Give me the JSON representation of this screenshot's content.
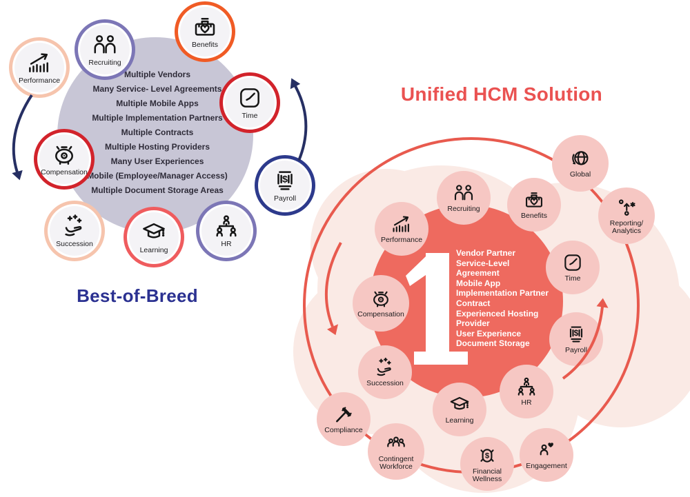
{
  "left": {
    "title": "Best-of-Breed",
    "list": [
      "Multiple Vendors",
      "Many Service- Level Agreements",
      "Multiple Mobile Apps",
      "Multiple Implementation Partners",
      "Multiple Contracts",
      "Multiple Hosting Providers",
      "Many User Experiences",
      "Mobile (Employee/Manager Access)",
      "Multiple Document Storage Areas"
    ],
    "satellites": [
      {
        "label": "Performance",
        "icon": "performance-icon",
        "ring_color": "#f6c4ad"
      },
      {
        "label": "Recruiting",
        "icon": "recruiting-icon",
        "ring_color": "#7c76b6"
      },
      {
        "label": "Benefits",
        "icon": "benefits-icon",
        "ring_color": "#f05b25"
      },
      {
        "label": "Time",
        "icon": "time-icon",
        "ring_color": "#d2232b"
      },
      {
        "label": "Compensation",
        "icon": "compensation-icon",
        "ring_color": "#d2232b"
      },
      {
        "label": "Payroll",
        "icon": "payroll-icon",
        "ring_color": "#2d3a8c"
      },
      {
        "label": "Succession",
        "icon": "succession-icon",
        "ring_color": "#f6c4ad"
      },
      {
        "label": "Learning",
        "icon": "learning-icon",
        "ring_color": "#ef5c5e"
      },
      {
        "label": "HR",
        "icon": "hr-icon",
        "ring_color": "#7c76b6"
      }
    ]
  },
  "right": {
    "title": "Unified HCM Solution",
    "big_number": "1",
    "list": [
      "Vendor Partner",
      "Service-Level Agreement",
      "Mobile App",
      "Implementation Partner",
      "Contract",
      "Experienced Hosting Provider",
      "User Experience",
      "Document Storage"
    ],
    "satellites": [
      {
        "label": "Recruiting",
        "icon": "recruiting-icon"
      },
      {
        "label": "Benefits",
        "icon": "benefits-icon"
      },
      {
        "label": "Global",
        "icon": "global-icon"
      },
      {
        "label": "Reporting/\nAnalytics",
        "icon": "reporting-analytics-icon"
      },
      {
        "label": "Time",
        "icon": "time-icon"
      },
      {
        "label": "Payroll",
        "icon": "payroll-icon"
      },
      {
        "label": "HR",
        "icon": "hr-icon"
      },
      {
        "label": "Engagement",
        "icon": "engagement-icon"
      },
      {
        "label": "Financial\nWellness",
        "icon": "financial-wellness-icon"
      },
      {
        "label": "Contingent\nWorkforce",
        "icon": "contingent-workforce-icon"
      },
      {
        "label": "Compliance",
        "icon": "compliance-icon"
      },
      {
        "label": "Succession",
        "icon": "succession-icon"
      },
      {
        "label": "Compensation",
        "icon": "compensation-icon"
      },
      {
        "label": "Performance",
        "icon": "performance-icon"
      },
      {
        "label": "Learning",
        "icon": "learning-icon"
      }
    ]
  },
  "colors": {
    "left_title": "#2b3191",
    "right_title": "#ea5251",
    "gray_bubble": "#c8c6d6",
    "center_circle": "#ee6a5f",
    "outer_ring": "#e85a4e",
    "satellite_pink": "#f6c7c3",
    "cloud": "#faeae5",
    "navy_arrow": "#262f63",
    "red_arrow": "#e85a4e"
  }
}
